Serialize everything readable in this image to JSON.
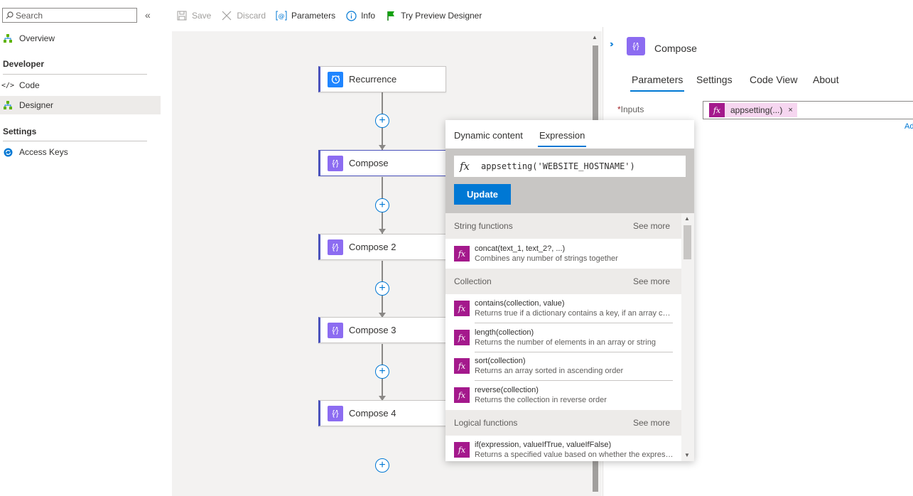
{
  "sidebar": {
    "search_placeholder": "Search",
    "collapse_glyph": "«",
    "overview": "Overview",
    "developer_section": "Developer",
    "code": "Code",
    "designer": "Designer",
    "settings_section": "Settings",
    "access_keys": "Access Keys"
  },
  "toolbar": {
    "save": "Save",
    "discard": "Discard",
    "parameters": "Parameters",
    "info": "Info",
    "try_preview": "Try Preview Designer"
  },
  "canvas": {
    "cards": [
      {
        "label": "Recurrence",
        "icon": "clock-icon",
        "color": "#1f85ff"
      },
      {
        "label": "Compose",
        "icon": "compose-icon",
        "color": "#8c6cf1"
      },
      {
        "label": "Compose 2",
        "icon": "compose-icon",
        "color": "#8c6cf1"
      },
      {
        "label": "Compose 3",
        "icon": "compose-icon",
        "color": "#8c6cf1"
      },
      {
        "label": "Compose 4",
        "icon": "compose-icon",
        "color": "#8c6cf1"
      }
    ]
  },
  "panel": {
    "title": "Compose",
    "tabs": [
      "Parameters",
      "Settings",
      "Code View",
      "About"
    ],
    "inputs_label": "Inputs",
    "required_mark": "*",
    "token_label": "appsetting(...)",
    "token_remove": "×",
    "add_link": "Ad"
  },
  "popup": {
    "tabs": [
      "Dynamic content",
      "Expression"
    ],
    "fx_glyph": "fx",
    "expression_value": "appsetting('WEBSITE_HOSTNAME')",
    "update_label": "Update",
    "see_more": "See more",
    "sections": [
      {
        "title": "String functions",
        "items": [
          {
            "name": "concat(text_1, text_2?, ...)",
            "desc": "Combines any number of strings together"
          }
        ]
      },
      {
        "title": "Collection",
        "items": [
          {
            "name": "contains(collection, value)",
            "desc": "Returns true if a dictionary contains a key, if an array con..."
          },
          {
            "name": "length(collection)",
            "desc": "Returns the number of elements in an array or string"
          },
          {
            "name": "sort(collection)",
            "desc": "Returns an array sorted in ascending order"
          },
          {
            "name": "reverse(collection)",
            "desc": "Returns the collection in reverse order"
          }
        ]
      },
      {
        "title": "Logical functions",
        "items": [
          {
            "name": "if(expression, valueIfTrue, valueIfFalse)",
            "desc": "Returns a specified value based on whether the expressio..."
          }
        ]
      }
    ]
  },
  "colors": {
    "accent": "#0078d4",
    "function_icon": "#a4198c",
    "compose_icon": "#8c6cf1"
  }
}
